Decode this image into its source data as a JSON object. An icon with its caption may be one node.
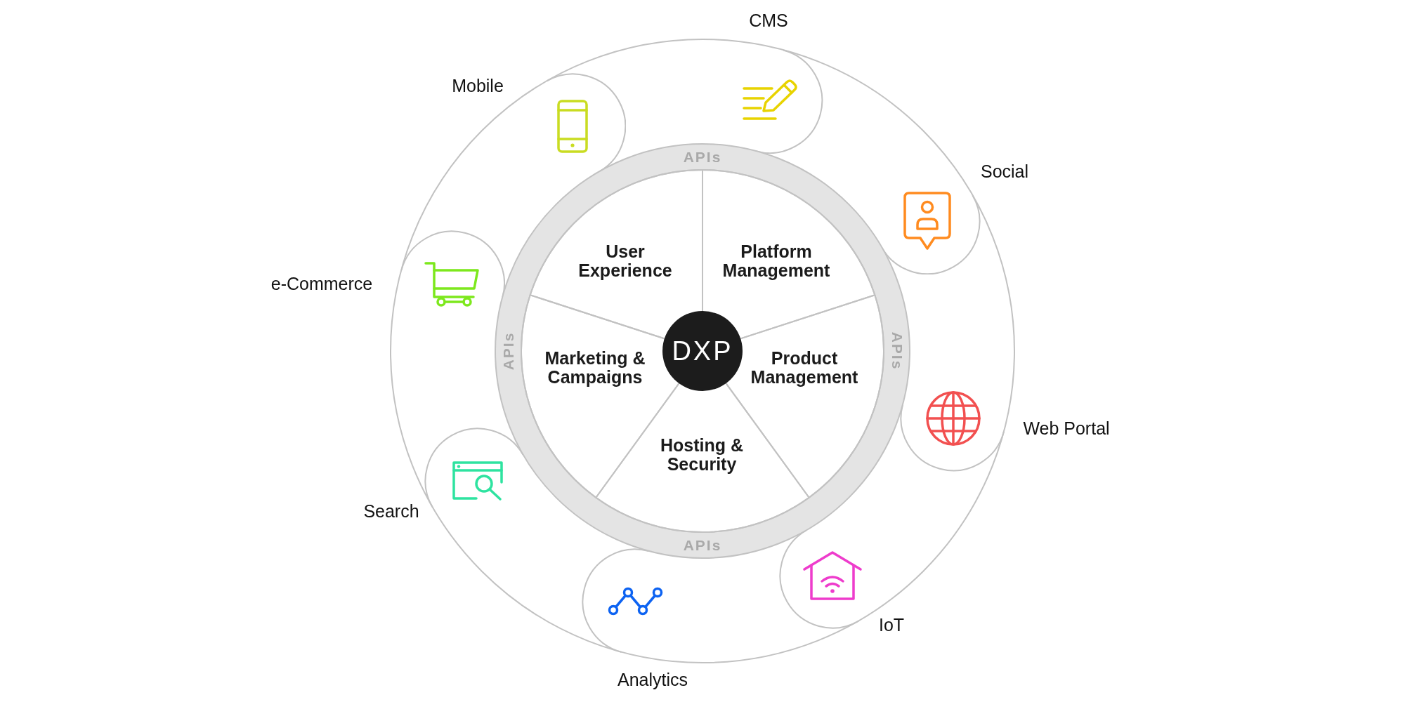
{
  "diagram": {
    "nodes": [
      {
        "text": [
          "CMS"
        ]
      },
      {
        "text": [
          "Social"
        ]
      },
      {
        "text": [
          "Web Portal"
        ]
      },
      {
        "text": [
          "IoT"
        ]
      },
      {
        "text": [
          "Analytics"
        ]
      },
      {
        "text": [
          "Search"
        ]
      },
      {
        "text": [
          "e-Commerce"
        ]
      },
      {
        "text": [
          "Mobile"
        ]
      },
      {
        "text": [
          "APIs",
          "APIs",
          "APIs",
          "APIs"
        ]
      },
      {
        "text": [
          "User Experience"
        ],
        "in": 8
      },
      {
        "text": [
          "Platform Management"
        ],
        "in": 8
      },
      {
        "text": [
          "Product Management"
        ],
        "in": 8
      },
      {
        "text": [
          "Hosting & Security"
        ],
        "in": 8
      },
      {
        "text": [
          "Marketing & Campaigns"
        ],
        "in": 8
      },
      {
        "text": [
          "DXP"
        ],
        "in": 8
      }
    ]
  }
}
